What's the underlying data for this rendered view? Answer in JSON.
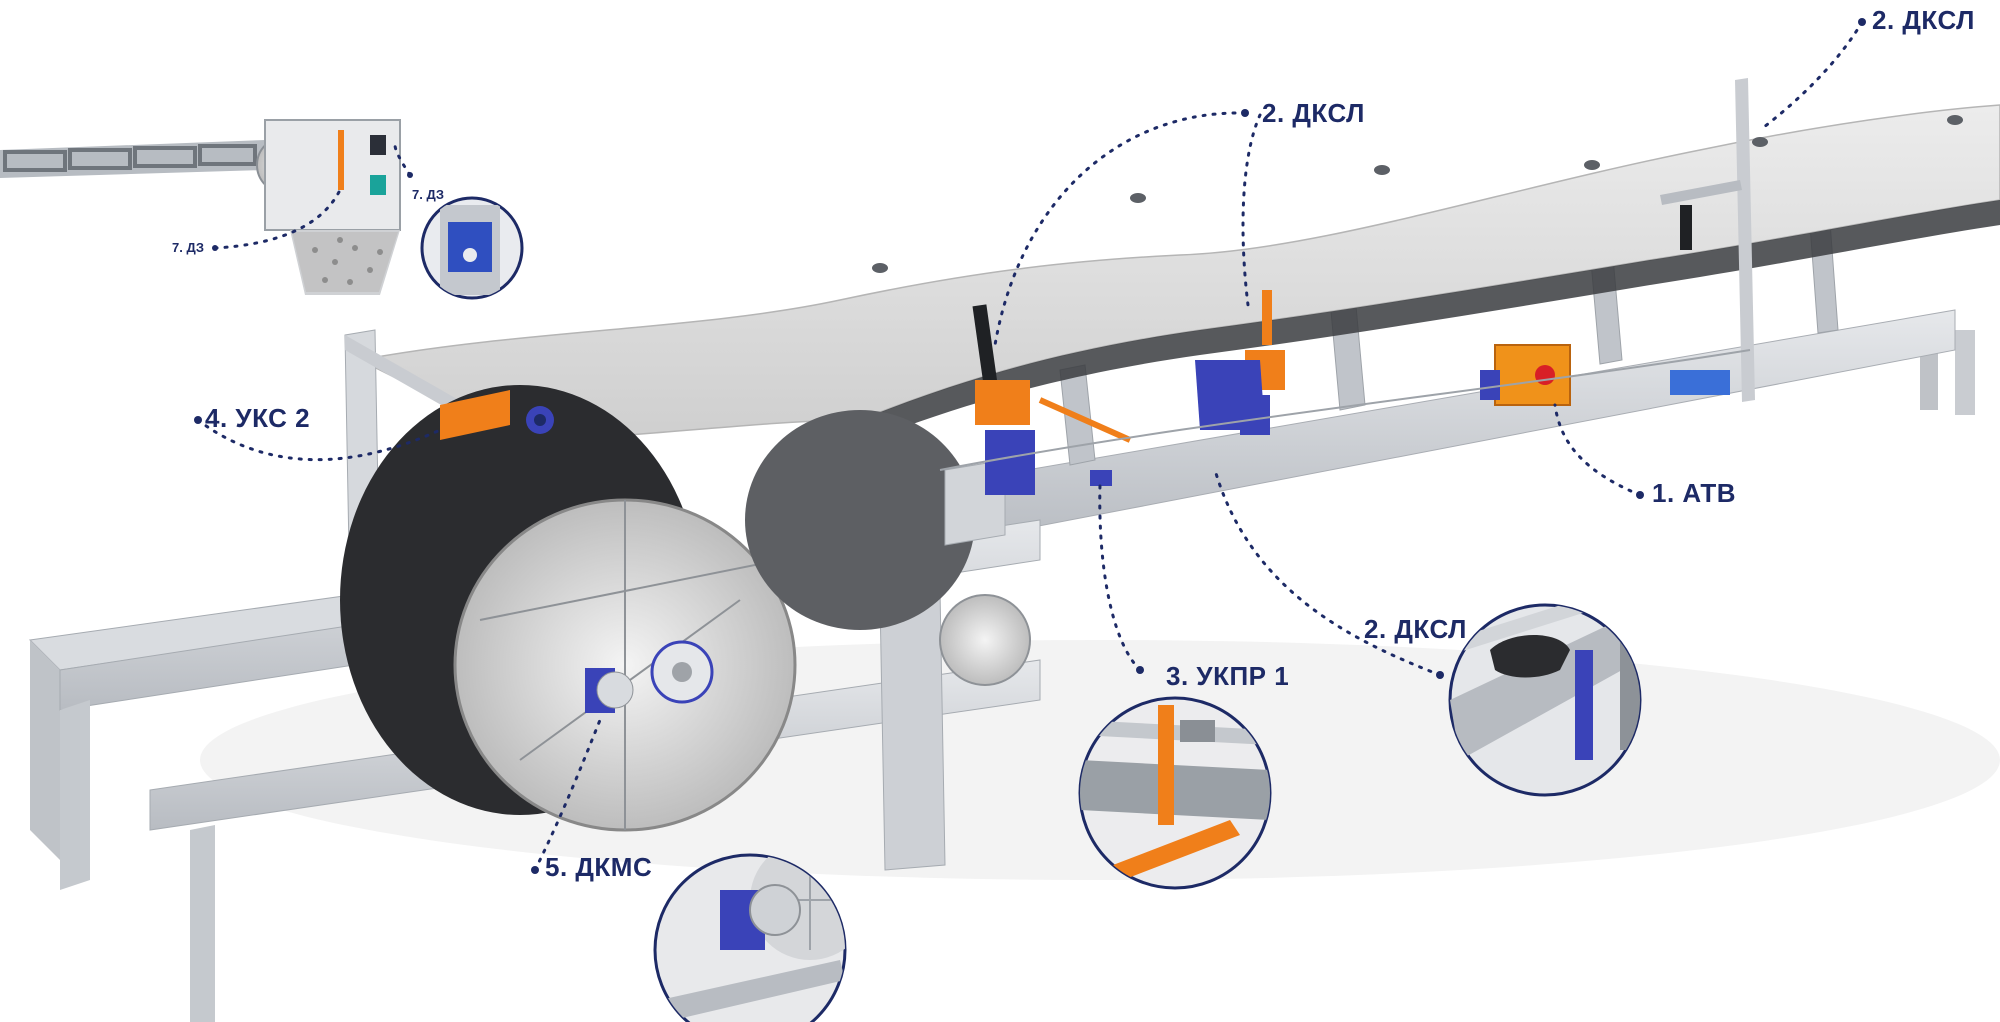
{
  "colors": {
    "label": "#1d2a66",
    "leader": "#1d2a66",
    "frame": "#c9ccd1",
    "belt": "#dcdcdc",
    "device_blue": "#3a43b8",
    "device_orange": "#f07f1a"
  },
  "labels": {
    "dksl_top_right": "2. ДКСЛ",
    "dksl_upper": "2. ДКСЛ",
    "dksl_lower": "2. ДКСЛ",
    "atv": "1. АТВ",
    "uks2": "4. УКС 2",
    "ukpr1": "3. УКПР 1",
    "dkms": "5. ДКМС",
    "dz_left": "7. ДЗ",
    "dz_right": "7. ДЗ"
  }
}
